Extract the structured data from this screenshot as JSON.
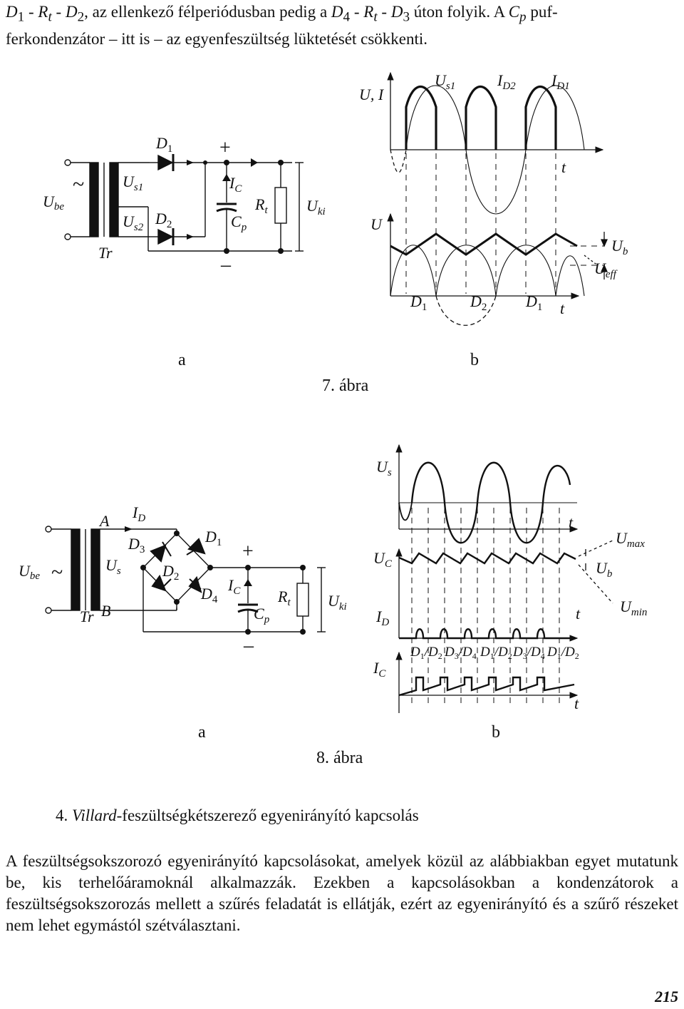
{
  "intro": {
    "sentence1": {
      "t1": "D",
      "s1": "1",
      "t2": " - ",
      "t3": "R",
      "s3": "t",
      "t4": " - ",
      "t5": "D",
      "s5": "2",
      "t6": ", az ellenkező félperiódusban pedig a ",
      "t7": "D",
      "s7": "4",
      "t8": " - ",
      "t9": "R",
      "s9": "t",
      "t10": " - ",
      "t11": "D",
      "s11": "3",
      "t12": " úton folyik. A ",
      "t13": "C",
      "s13": "p",
      "t14": " puf-"
    },
    "line2": "ferkondenzátor – itt is – az egyenfeszültség lüktetését csökkenti."
  },
  "fig7": {
    "caption": "7. ábra",
    "part_a": "a",
    "part_b": "b",
    "circuit": {
      "ube": "U",
      "ube_sub": "be",
      "tilde": "~",
      "tr": "Tr",
      "us1": "U",
      "us1_sub": "s1",
      "us2": "U",
      "us2_sub": "s2",
      "d1": "D",
      "d1_sub": "1",
      "d2": "D",
      "d2_sub": "2",
      "plus": "+",
      "minus": "–",
      "ic": "I",
      "ic_sub": "C",
      "cp": "C",
      "cp_sub": "p",
      "rt": "R",
      "rt_sub": "t",
      "uki": "U",
      "uki_sub": "ki"
    },
    "graph": {
      "ui": "U, I",
      "us1": "U",
      "us1_sub": "s1",
      "id2": "I",
      "id2_sub": "D2",
      "id1": "I",
      "id1_sub": "D1",
      "t1": "t",
      "u": "U",
      "ub": "U",
      "ub_sub": "b",
      "ueff": "U",
      "ueff_sub": "eff",
      "bd1a": "D",
      "bd1a_sub": "1",
      "bd2": "D",
      "bd2_sub": "2",
      "bd1b": "D",
      "bd1b_sub": "1",
      "t2": "t"
    }
  },
  "fig8": {
    "caption": "8. ábra",
    "part_a": "a",
    "part_b": "b",
    "circuit": {
      "ube": "U",
      "ube_sub": "be",
      "tilde": "~",
      "tr": "Tr",
      "a": "A",
      "b": "B",
      "us": "U",
      "us_sub": "s",
      "id": "I",
      "id_sub": "D",
      "d3": "D",
      "d3_sub": "3",
      "d1": "D",
      "d1_sub": "1",
      "d2": "D",
      "d2_sub": "2",
      "d4": "D",
      "d4_sub": "4",
      "plus": "+",
      "minus": "–",
      "ic": "I",
      "ic_sub": "C",
      "cp": "C",
      "cp_sub": "p",
      "rt": "R",
      "rt_sub": "t",
      "uki": "U",
      "uki_sub": "ki"
    },
    "graph": {
      "us": "U",
      "us_sub": "s",
      "t1": "t",
      "uc": "U",
      "uc_sub": "C",
      "umax": "U",
      "umax_sub": "max",
      "ub": "U",
      "ub_sub": "b",
      "umin": "U",
      "umin_sub": "min",
      "t2": "t",
      "id": "I",
      "id_sub": "D",
      "ic": "I",
      "ic_sub": "C",
      "t3": "t"
    },
    "diode_sequence": [
      {
        "a": "D",
        "as": "1",
        "sep": "/",
        "b": "D",
        "bs": "2"
      },
      {
        "a": "D",
        "as": "3",
        "sep": "/",
        "b": "D",
        "bs": "4"
      },
      {
        "a": "D",
        "as": "1",
        "sep": "/",
        "b": "D",
        "bs": "2"
      },
      {
        "a": "D",
        "as": "3",
        "sep": "/",
        "b": "D",
        "bs": "4"
      },
      {
        "a": "D",
        "as": "1",
        "sep": "/",
        "b": "D",
        "bs": "2"
      }
    ]
  },
  "section": {
    "number": "4. ",
    "name": "Villard",
    "rest": "-feszültségkétszerező egyenirányító kapcsolás"
  },
  "body": "A feszültségsokszorozó egyenirányító kapcsolásokat, amelyek közül az alábbiakban egyet mutatunk be, kis terhelőáramoknál alkalmazzák. Ezekben a kapcsolásokban a kondenzátorok a feszültségsokszorozás mellett a szűrés feladatát is ellátják, ezért az egyenirányító és a szűrő részeket nem lehet egymástól szétválasztani.",
  "page_number": "215"
}
